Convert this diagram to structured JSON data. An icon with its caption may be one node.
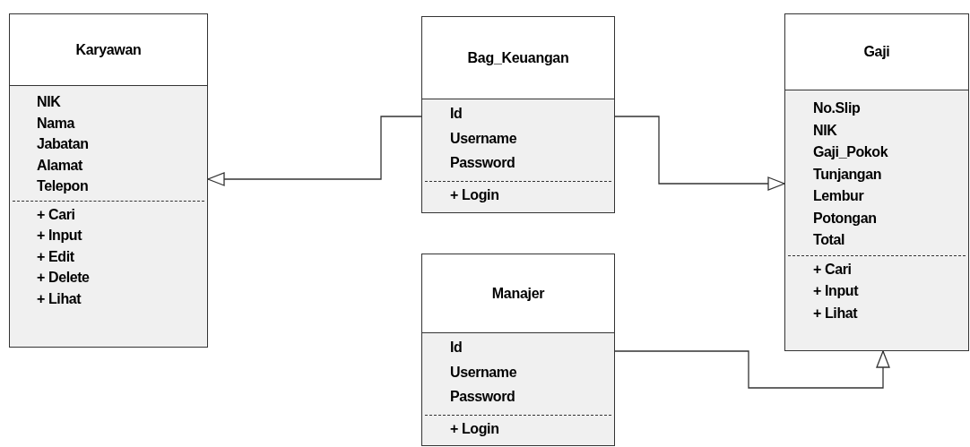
{
  "diagram": {
    "nodes": [
      {
        "text": [
          "Karyawan",
          "NIK",
          "Nama",
          "Jabatan",
          "Alamat",
          "Telepon",
          "+ Cari",
          "+ Input",
          "+ Edit",
          "+ Delete",
          "+ Lihat"
        ]
      },
      {
        "text": [
          "Bag_Keuangan",
          "Id",
          "Username",
          "Password",
          "+ Login"
        ]
      },
      {
        "text": [
          "Gaji",
          "No.Slip",
          "NIK",
          "Gaji_Pokok",
          "Tunjangan",
          "Lembur",
          "Potongan",
          "Total",
          "+ Cari",
          "+ Input",
          "+ Lihat"
        ]
      },
      {
        "text": [
          "Manajer",
          "Id",
          "Username",
          "Password",
          "+ Login"
        ]
      }
    ],
    "edges": [
      {
        "from": 1,
        "to": 0,
        "arrow": "to"
      },
      {
        "from": 1,
        "to": 2,
        "arrow": "to"
      },
      {
        "from": 3,
        "to": 2,
        "arrow": "to"
      }
    ]
  }
}
